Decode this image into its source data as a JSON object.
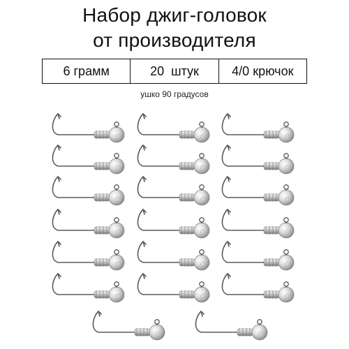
{
  "title": {
    "line1": "Набор джиг-головок",
    "line2": "от производителя"
  },
  "specs": {
    "weight": "6 грамм",
    "count": "20  штук",
    "hook": "4/0 крючок"
  },
  "note": "ушко 90 градусов",
  "product": {
    "item_name": "jig-head",
    "quantity_shown": 20,
    "colors": {
      "metal_light": "#e6e6e6",
      "metal_mid": "#b9b9b9",
      "metal_dark": "#7d7d7d",
      "hook_wire": "#5a5a5a"
    }
  }
}
